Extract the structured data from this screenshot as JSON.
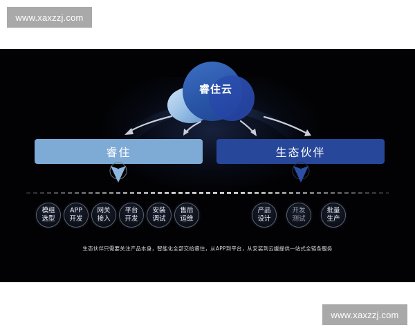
{
  "watermarks": {
    "top_left": "www.xaxzzj.com",
    "bottom_right": "www.xaxzzj.com"
  },
  "diagram": {
    "cloud": {
      "label": "睿住云",
      "colors": {
        "light": "#9cc2e6",
        "mid": "#2a56a8",
        "dark": "#2442a0"
      }
    },
    "left_branch": {
      "label": "睿住",
      "color": "#7eaad6",
      "steps": [
        {
          "line1": "模组",
          "line2": "选型"
        },
        {
          "line1": "APP",
          "line2": "开发"
        },
        {
          "line1": "网关",
          "line2": "接入"
        },
        {
          "line1": "平台",
          "line2": "开发"
        },
        {
          "line1": "安装",
          "line2": "调试"
        },
        {
          "line1": "售后",
          "line2": "运维"
        }
      ]
    },
    "right_branch": {
      "label": "生态伙伴",
      "color": "#27479a",
      "steps": [
        {
          "line1": "产品",
          "line2": "设计"
        },
        {
          "line1": "开发",
          "line2": "测试",
          "dimmed": true
        },
        {
          "line1": "批量",
          "line2": "生产"
        }
      ]
    },
    "caption": "生态伙伴只需要关注产品本身，智能化全部交给睿住，从APP到平台，从安装到云缓提供一站式全链条服务",
    "background": "#020204"
  }
}
